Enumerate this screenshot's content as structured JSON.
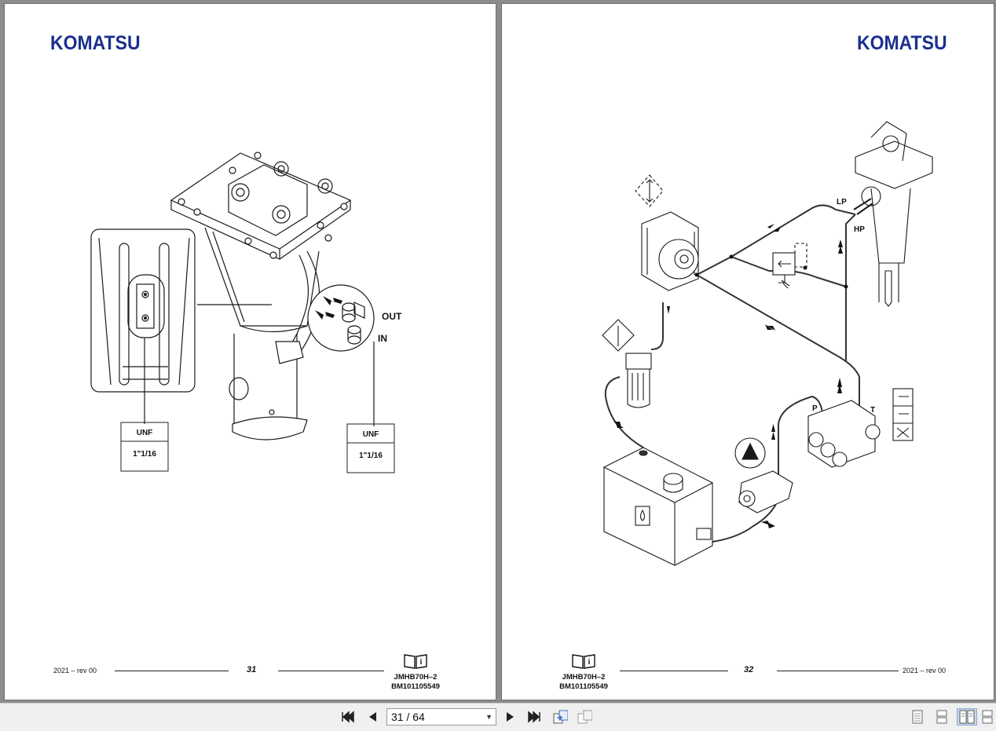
{
  "brand": "KOMATSU",
  "left_page": {
    "callouts": {
      "out": "OUT",
      "in": "IN"
    },
    "tables": [
      {
        "header": "UNF",
        "value": "1\"1/16"
      },
      {
        "header": "UNF",
        "value": "1\"1/16"
      }
    ],
    "footer": {
      "revision": "2021 – rev 00",
      "page_number": "31",
      "doc_code": "JMHB70H–2",
      "doc_number": "BM101105549"
    }
  },
  "right_page": {
    "labels": {
      "lp": "LP",
      "hp": "HP",
      "p": "P",
      "t": "T"
    },
    "footer": {
      "revision": "2021 – rev 00",
      "page_number": "32",
      "doc_code": "JMHB70H–2",
      "doc_number": "BM101105549"
    }
  },
  "toolbar": {
    "page_indicator": "31 / 64",
    "icons": [
      "first-page-icon",
      "prev-page-icon",
      "next-page-icon",
      "last-page-icon",
      "go-back-icon",
      "go-forward-icon",
      "single-page-icon",
      "continuous-icon",
      "two-page-icon",
      "two-page-continuous-icon"
    ]
  },
  "colors": {
    "brand": "#1a2f8f",
    "toolbar": "#f0f0f0",
    "background": "#8c8c8c",
    "active_view": "#c7d6ec"
  }
}
